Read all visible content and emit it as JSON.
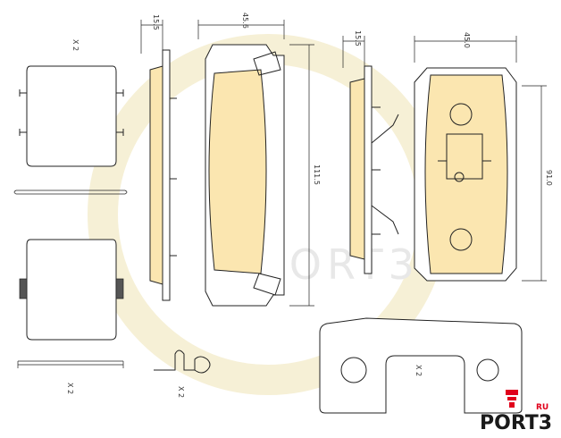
{
  "dimensions": {
    "thickness_left": "15.5",
    "width_left": "45.6",
    "height_left": "111.5",
    "thickness_right": "15.5",
    "width_right": "45.0",
    "height_right": "91.0"
  },
  "quantities": {
    "clip_top": "X 2",
    "clip_bottom": "X 2",
    "spring": "X 2",
    "shim": "X 2"
  },
  "watermark": {
    "text": "PORT3",
    "suffix": "RU"
  },
  "logo": {
    "text": "PORT3",
    "suffix": "RU"
  },
  "colors": {
    "pad_fill": "#fbe6b0",
    "watermark": "#e8e8e8",
    "logo_accent": "#e0001b"
  }
}
